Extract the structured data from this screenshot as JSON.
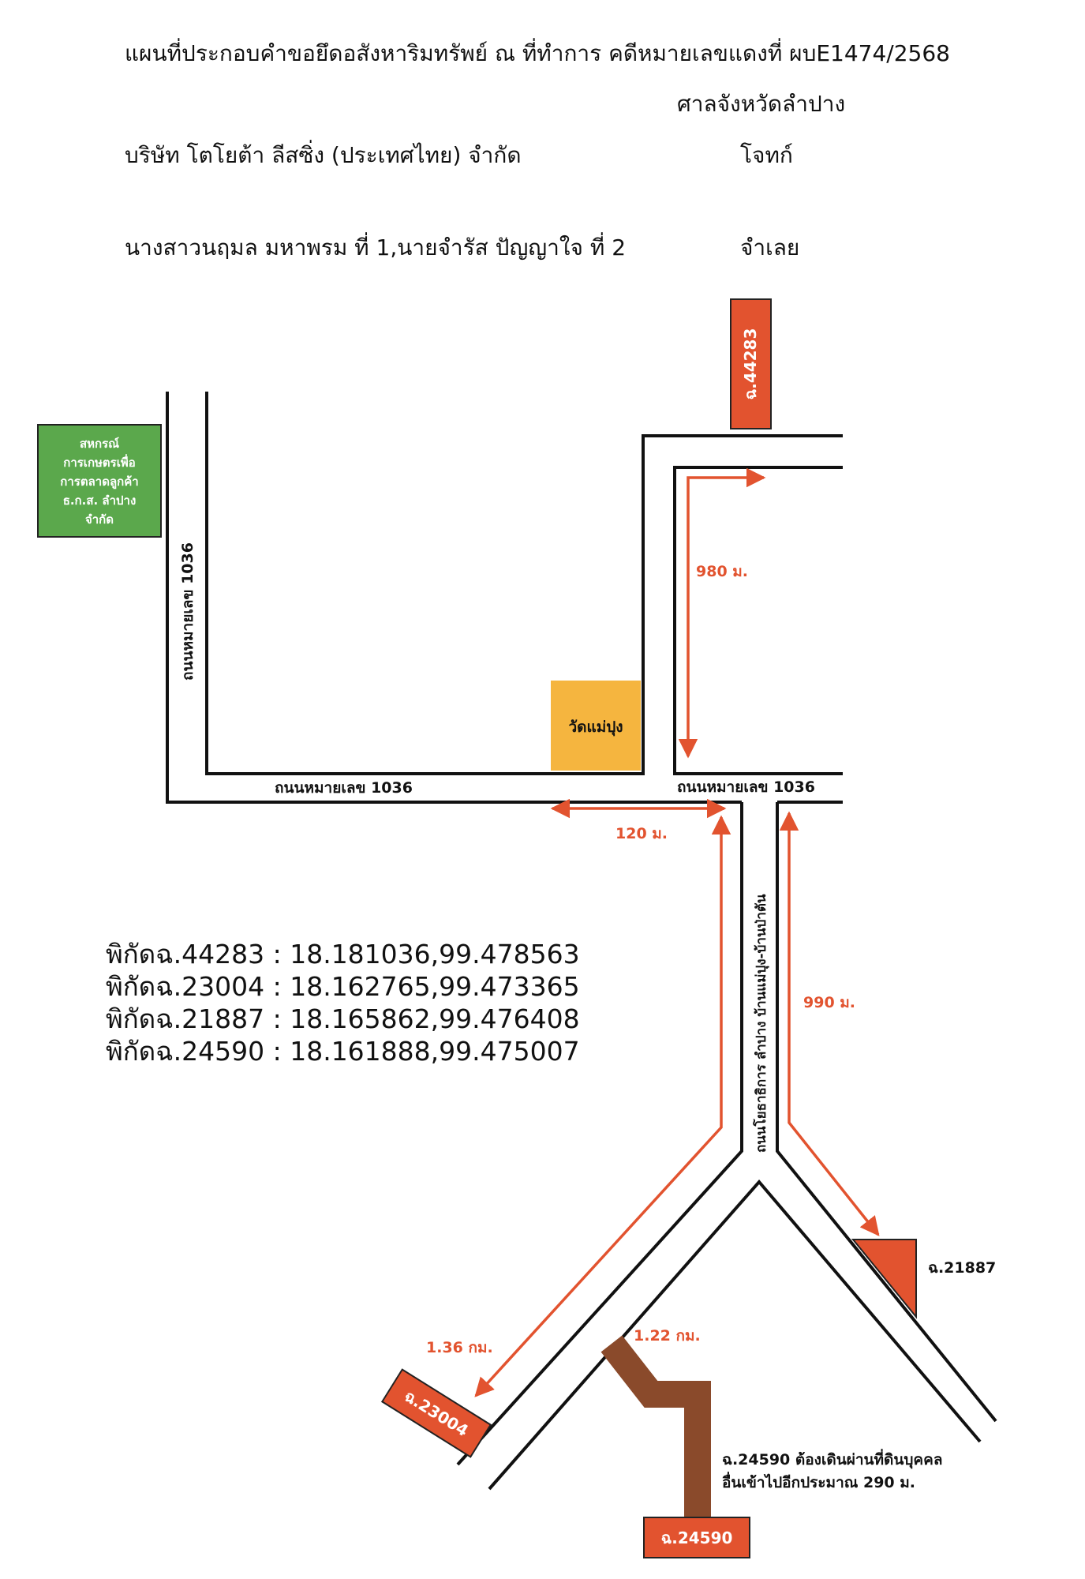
{
  "header": {
    "title": "แผนที่ประกอบคำขอยึดอสังหาริมทรัพย์ ณ ที่ทำการ คดีหมายเลขแดงที่ ผบE1474/2568",
    "court": "ศาลจังหวัดลำปาง",
    "plaintiff_name": "บริษัท โตโยต้า ลีสซิ่ง (ประเทศไทย) จำกัด",
    "plaintiff_role": "โจทก์",
    "defendant_name": "นางสาวนฤมล มหาพรม ที่ 1,นายจำรัส ปัญญาใจ ที่ 2",
    "defendant_role": "จำเลย"
  },
  "landmarks": {
    "coop_lines": [
      "สหกรณ์",
      "การเกษตรเพื่อ",
      "การตลาดลูกค้า",
      "ธ.ก.ส. ลำปาง",
      "จำกัด"
    ],
    "temple": "วัดแม่ปุง"
  },
  "roads": {
    "road_1036_vertical": "ถนนหมายเลข 1036",
    "road_1036_left": "ถนนหมายเลข 1036",
    "road_1036_right": "ถนนหมายเลข 1036",
    "road_local": "ถนนโยธาธิการ ลำปาง บ้านแม่ปุง-บ้านป่าตัน"
  },
  "distances": {
    "d980": "980 ม.",
    "d120": "120 ม.",
    "d990": "990 ม.",
    "d136": "1.36 กม.",
    "d122": "1.22 กม."
  },
  "parcels": {
    "p44283": "ฉ.44283",
    "p23004": "ฉ.23004",
    "p21887": "ฉ.21887",
    "p24590": "ฉ.24590"
  },
  "note": {
    "line1": "ฉ.24590 ต้องเดินผ่านที่ดินบุคคล",
    "line2": "อื่นเข้าไปอีกประมาณ 290 ม."
  },
  "coordinates": [
    "พิกัดฉ.44283 : 18.181036,99.478563",
    "พิกัดฉ.23004 : 18.162765,99.473365",
    "พิกัดฉ.21887 : 18.165862,99.476408",
    "พิกัดฉ.24590 : 18.161888,99.475007"
  ],
  "colors": {
    "parcel_red": "#e2532f",
    "coop_green": "#5ba84c",
    "temple_yellow": "#f5b53f",
    "access_brown": "#8a4a2b",
    "road_line": "#111111"
  }
}
